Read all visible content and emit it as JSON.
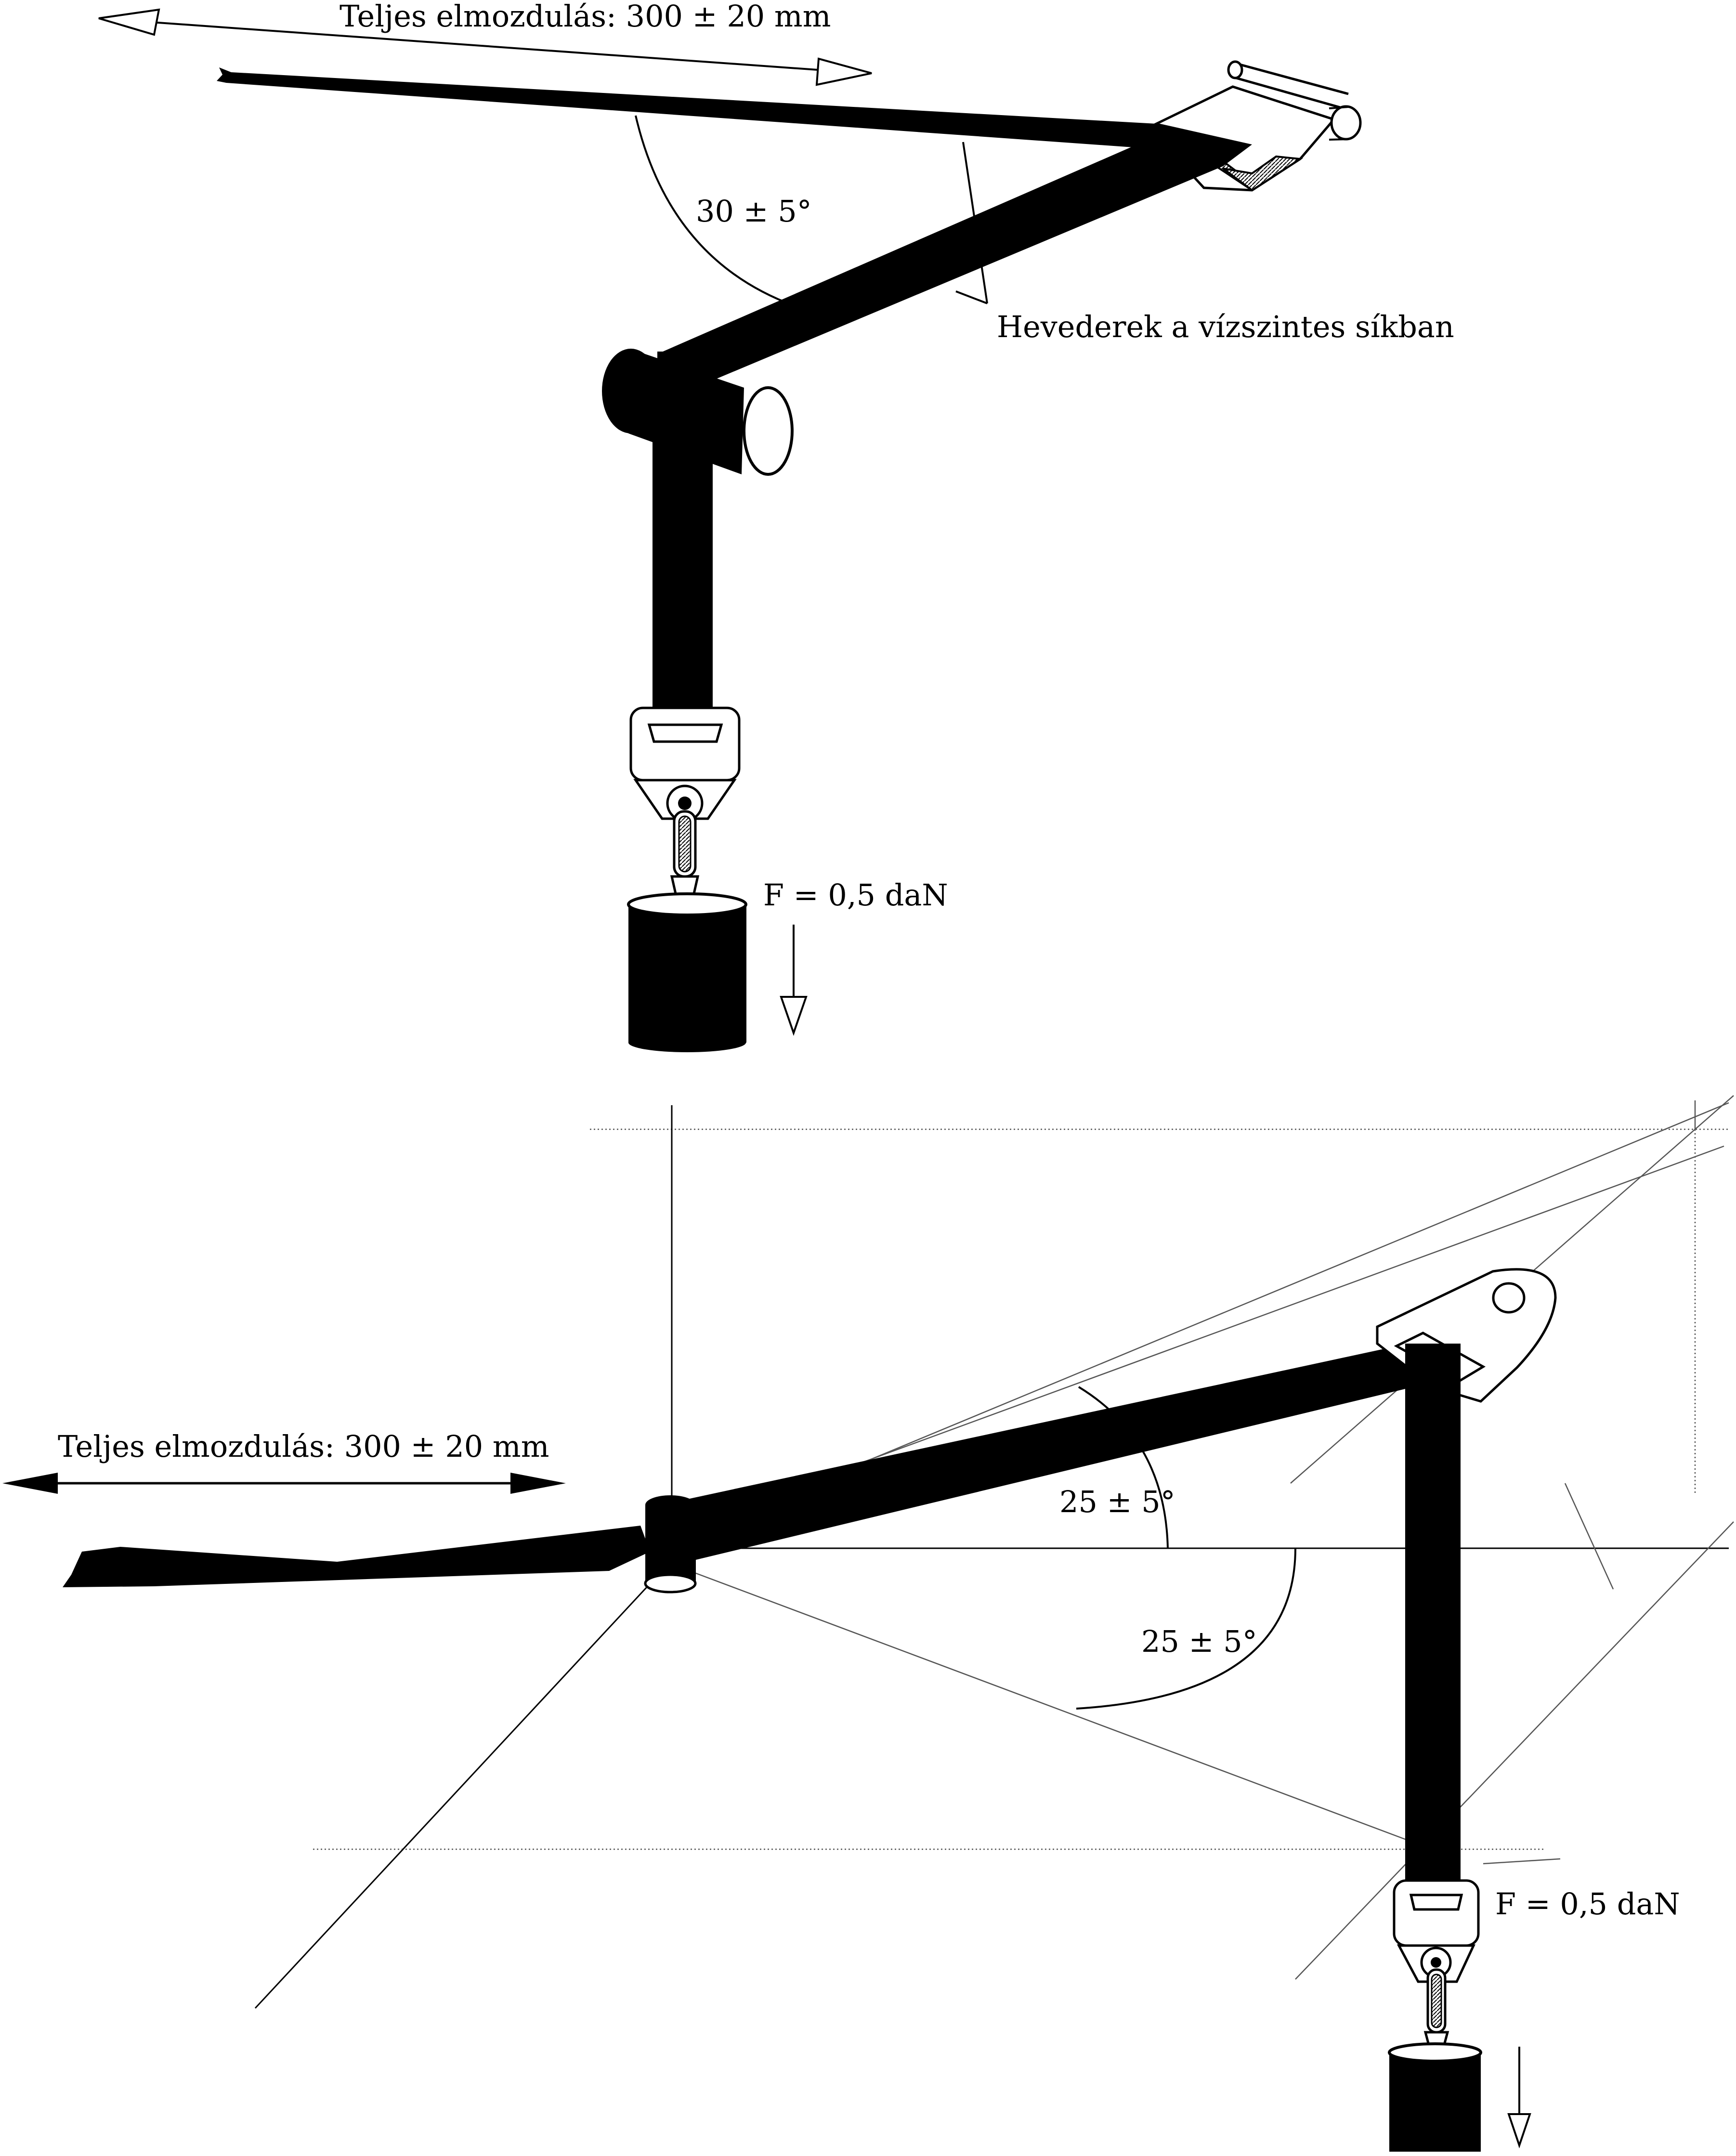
{
  "top_figure": {
    "displacement_label": "Teljes elmozdulás: 300  ±   20 mm",
    "angle_label": "30 ± 5°",
    "plane_label": "Hevederek a vízszintes síkban",
    "force_label": "F = 0,5 daN"
  },
  "bottom_figure": {
    "displacement_label": "Teljes elmozdulás: 300  ±   20 mm",
    "upper_angle_label": "25 ± 5°",
    "lower_angle_label": "25 ± 5°",
    "force_label": "F = 0,5 daN"
  }
}
